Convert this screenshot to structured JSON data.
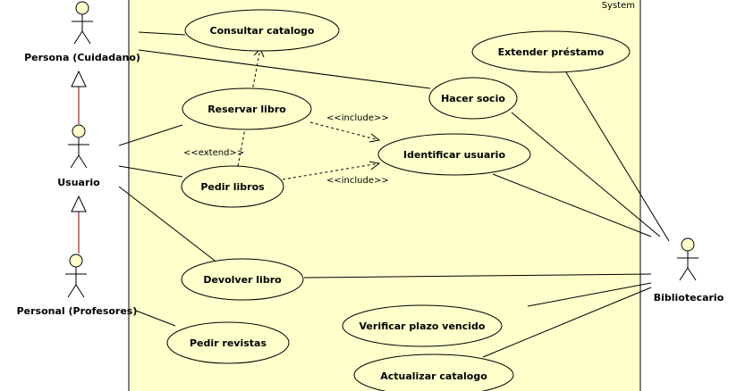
{
  "system": {
    "label": "System"
  },
  "actors": {
    "persona": "Persona (Cuidadano)",
    "usuario": "Usuario",
    "personal": "Personal (Profesores)",
    "bibliotecario": "Bibliotecario"
  },
  "use_cases": {
    "consultar_catalogo": "Consultar catalogo",
    "extender_prestamo": "Extender préstamo",
    "hacer_socio": "Hacer socio",
    "reservar_libro": "Reservar libro",
    "identificar_usuario": "Identificar usuario",
    "pedir_libros": "Pedir libros",
    "devolver_libro": "Devolver libro",
    "verificar_plazo": "Verificar plazo vencido",
    "pedir_revistas": "Pedir revistas",
    "actualizar_catalogo": "Actualizar catalogo"
  },
  "stereotypes": {
    "extend": "<<extend>>",
    "include_1": "<<include>>",
    "include_2": "<<include>>"
  },
  "colors": {
    "system_fill": "#ffffcc",
    "usecase_fill": "#ffffcc",
    "actor_head_fill": "#ffffcc",
    "line": "#000000",
    "generalization_line": "#800000"
  }
}
